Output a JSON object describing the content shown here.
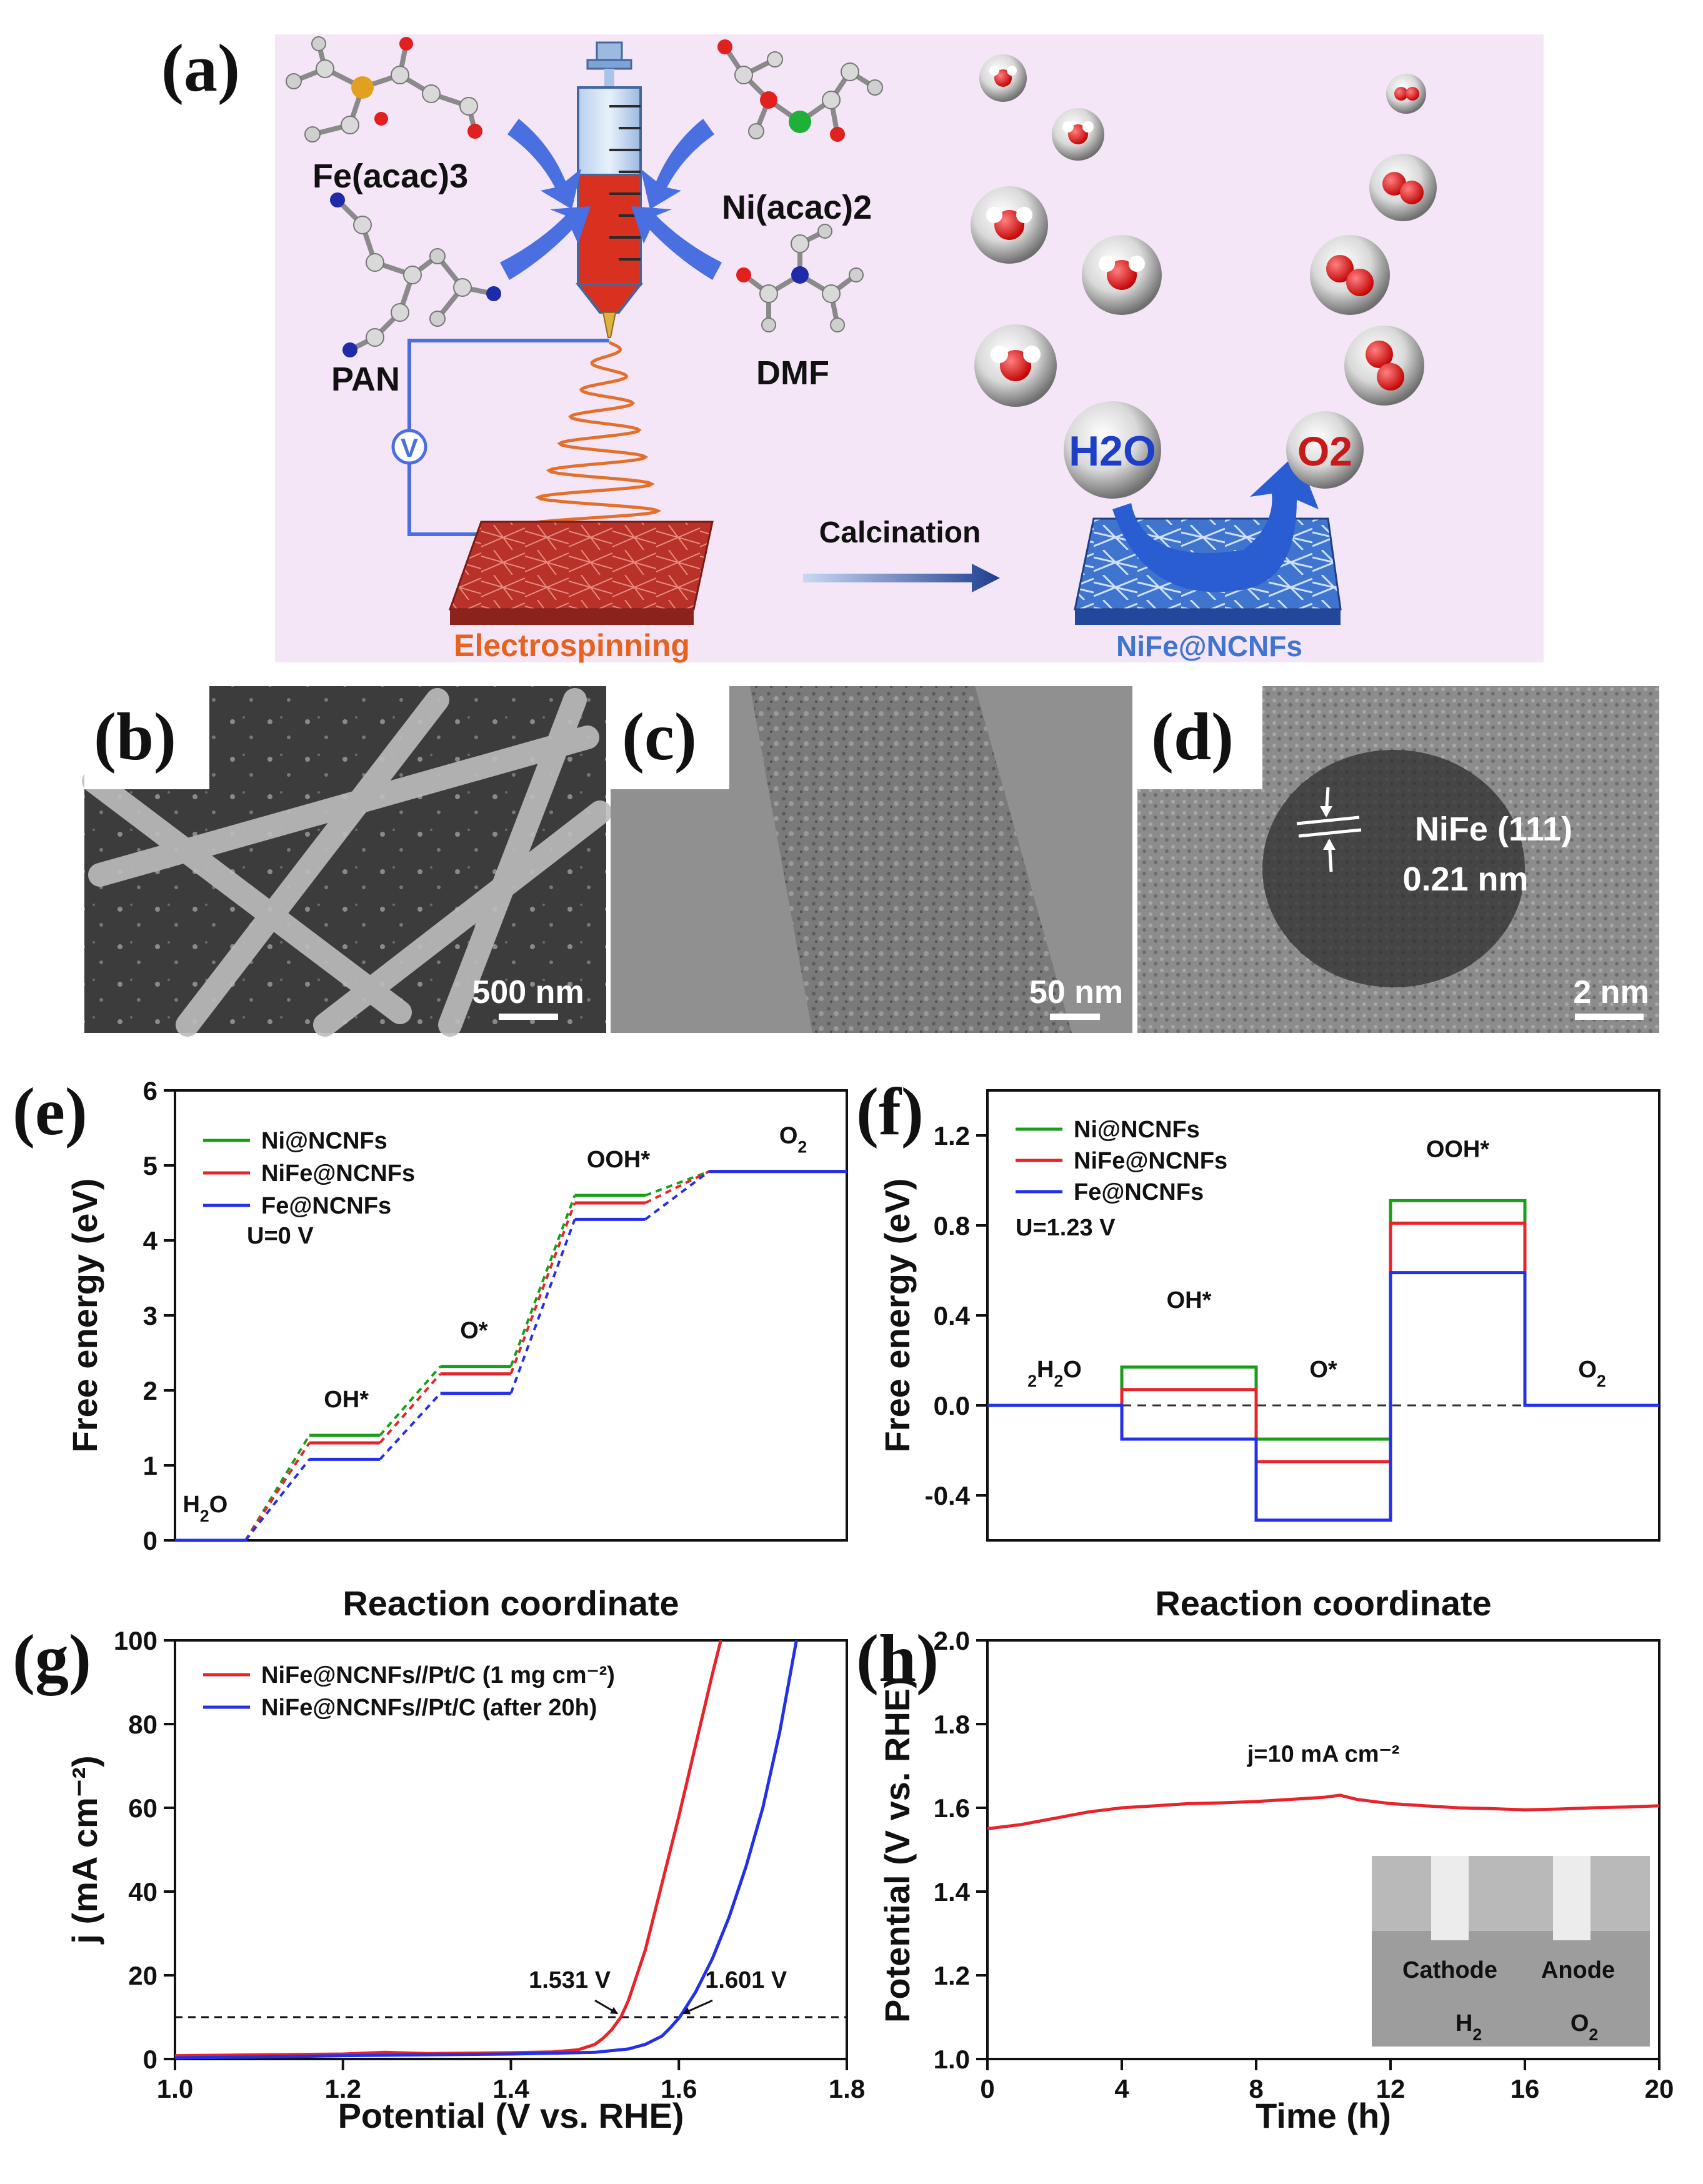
{
  "panel_a": {
    "label": "(a)",
    "molecules": [
      "Fe(acac)3",
      "Ni(acac)2",
      "PAN",
      "DMF"
    ],
    "voltage_symbol": "V",
    "process": "Electrospinning",
    "arrow_label": "Calcination",
    "product": "NiFe@NCNFs",
    "reactant": "H2O",
    "product_gas": "O2"
  },
  "panel_b": {
    "label": "(b)",
    "scale_bar": "500 nm"
  },
  "panel_c": {
    "label": "(c)",
    "scale_bar": "50 nm"
  },
  "panel_d": {
    "label": "(d)",
    "scale_bar": "2 nm",
    "plane": "NiFe (111)",
    "spacing": "0.21 nm"
  },
  "panel_g": {
    "label": "(g)"
  },
  "panel_h": {
    "label": "(h)"
  },
  "colors": {
    "green": "#1a9e1a",
    "red": "#e8242a",
    "blue": "#2430e8"
  },
  "chart_data": [
    {
      "id": "e",
      "label": "(e)",
      "type": "line",
      "xlabel": "Reaction coordinate",
      "ylabel": "Free energy (eV)",
      "ylim": [
        0,
        6
      ],
      "yticks": [
        0,
        1,
        2,
        3,
        4,
        5,
        6
      ],
      "condition": "U=0 V",
      "steps": [
        "H2O",
        "OH*",
        "O*",
        "OOH*",
        "O2"
      ],
      "series": [
        {
          "name": "Ni@NCNFs",
          "color": "#1a9e1a",
          "values": [
            0,
            1.4,
            2.32,
            4.6,
            4.92
          ]
        },
        {
          "name": "NiFe@NCNFs",
          "color": "#e8242a",
          "values": [
            0,
            1.3,
            2.22,
            4.5,
            4.92
          ]
        },
        {
          "name": "Fe@NCNFs",
          "color": "#2430e8",
          "values": [
            0,
            1.08,
            1.96,
            4.28,
            4.92
          ]
        }
      ]
    },
    {
      "id": "f",
      "label": "(f)",
      "type": "line",
      "xlabel": "Reaction coordinate",
      "ylabel": "Free energy (eV)",
      "ylim": [
        -0.6,
        1.4
      ],
      "yticks": [
        -0.4,
        0.0,
        0.4,
        0.8,
        1.2
      ],
      "ytick_labels": [
        "-0.4",
        "0.0",
        "0.4",
        "0.8",
        "1.2"
      ],
      "condition": "U=1.23 V",
      "steps": [
        "2H2O",
        "OH*",
        "O*",
        "OOH*",
        "O2"
      ],
      "series": [
        {
          "name": "Ni@NCNFs",
          "color": "#1a9e1a",
          "values": [
            0,
            0.17,
            -0.15,
            0.91,
            0
          ]
        },
        {
          "name": "NiFe@NCNFs",
          "color": "#e8242a",
          "values": [
            0,
            0.07,
            -0.25,
            0.81,
            0
          ]
        },
        {
          "name": "Fe@NCNFs",
          "color": "#2430e8",
          "values": [
            0,
            -0.15,
            -0.51,
            0.59,
            0
          ]
        }
      ]
    },
    {
      "id": "g",
      "label": "(g)",
      "type": "line",
      "xlabel": "Potential (V vs. RHE)",
      "ylabel": "j (mA cm⁻²)",
      "xlim": [
        1.0,
        1.8
      ],
      "ylim": [
        0,
        100
      ],
      "xticks": [
        1.0,
        1.2,
        1.4,
        1.6,
        1.8
      ],
      "xtick_labels": [
        "1.0",
        "1.2",
        "1.4",
        "1.6",
        "1.8"
      ],
      "yticks": [
        0,
        20,
        40,
        60,
        80,
        100
      ],
      "reference_line": 10,
      "series": [
        {
          "name": "NiFe@NCNFs//Pt/C (1 mg cm⁻²)",
          "color": "#e8242a",
          "x": [
            1.0,
            1.1,
            1.2,
            1.25,
            1.3,
            1.4,
            1.45,
            1.48,
            1.5,
            1.51,
            1.52,
            1.531,
            1.54,
            1.56,
            1.58,
            1.6,
            1.62,
            1.64,
            1.65
          ],
          "y": [
            0.8,
            1.0,
            1.2,
            1.6,
            1.3,
            1.5,
            1.7,
            2.2,
            3.5,
            5.0,
            7.0,
            10,
            14,
            26,
            42,
            58,
            75,
            92,
            100
          ]
        },
        {
          "name": "NiFe@NCNFs//Pt/C (after 20h)",
          "color": "#2430e8",
          "x": [
            1.0,
            1.1,
            1.2,
            1.3,
            1.4,
            1.5,
            1.54,
            1.56,
            1.58,
            1.59,
            1.601,
            1.62,
            1.64,
            1.66,
            1.68,
            1.7,
            1.72,
            1.74
          ],
          "y": [
            0.3,
            0.5,
            0.8,
            1.0,
            1.2,
            1.6,
            2.4,
            3.5,
            5.5,
            7.5,
            10,
            16,
            24,
            34,
            46,
            60,
            78,
            100
          ]
        }
      ],
      "annotations": [
        {
          "text": "1.531 V",
          "color": "#e8242a",
          "x": 1.531,
          "y": 10
        },
        {
          "text": "1.601 V",
          "color": "#2430e8",
          "x": 1.601,
          "y": 10
        }
      ]
    },
    {
      "id": "h",
      "label": "(h)",
      "type": "line",
      "xlabel": "Time (h)",
      "ylabel": "Potential (V vs. RHE)",
      "xlim": [
        0,
        20
      ],
      "ylim": [
        1.0,
        2.0
      ],
      "xticks": [
        0,
        4,
        8,
        12,
        16,
        20
      ],
      "yticks": [
        1.0,
        1.2,
        1.4,
        1.6,
        1.8,
        2.0
      ],
      "ytick_labels": [
        "1.0",
        "1.2",
        "1.4",
        "1.6",
        "1.8",
        "2.0"
      ],
      "annotation": "j=10 mA cm⁻²",
      "inset_labels": [
        "Cathode",
        "Anode",
        "H2",
        "O2"
      ],
      "series": [
        {
          "name": "",
          "color": "#e8242a",
          "x": [
            0,
            1,
            2,
            3,
            4,
            5,
            6,
            7,
            8,
            9,
            10,
            10.5,
            11,
            12,
            13,
            14,
            15,
            16,
            17,
            18,
            19,
            20
          ],
          "y": [
            1.55,
            1.56,
            1.575,
            1.59,
            1.6,
            1.605,
            1.61,
            1.612,
            1.615,
            1.62,
            1.625,
            1.63,
            1.62,
            1.61,
            1.605,
            1.6,
            1.598,
            1.595,
            1.597,
            1.6,
            1.602,
            1.605
          ]
        }
      ]
    }
  ]
}
